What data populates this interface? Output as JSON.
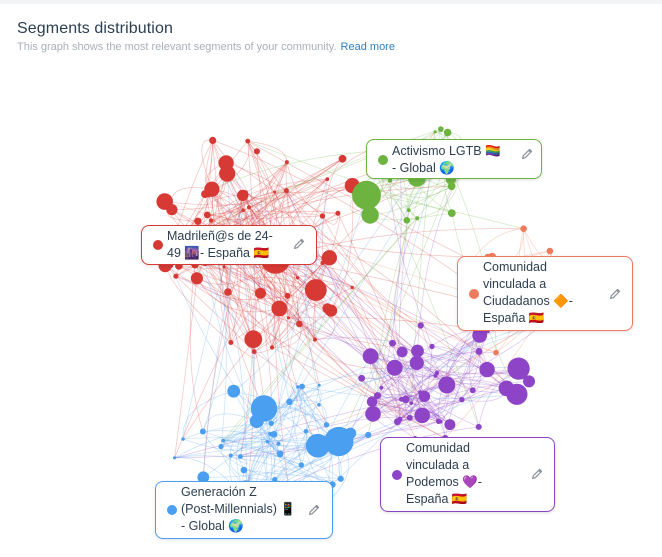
{
  "header": {
    "title": "Segments distribution",
    "subtitle": "This graph shows the most relevant segments of your community.",
    "read_more": "Read more"
  },
  "segments": [
    {
      "key": "lgtb",
      "label": "Activismo LGTB 🏳️‍🌈\n- Global 🌍",
      "color": "#6db33f"
    },
    {
      "key": "madrid",
      "label": "Madrileñ@s de 24-\n49 🌆- España 🇪🇸",
      "color": "#d73a35"
    },
    {
      "key": "ciudadanos",
      "label": "Comunidad\nvinculada a\nCiudadanos 🔶-\nEspaña 🇪🇸",
      "color": "#ef7b5d"
    },
    {
      "key": "podemos",
      "label": "Comunidad\nvinculada a\nPodemos 💜-\nEspaña 🇪🇸",
      "color": "#8e44c7"
    },
    {
      "key": "genz",
      "label": "Generación Z\n(Post-Millennials) 📱\n- Global 🌍",
      "color": "#4a9ff0"
    }
  ]
}
